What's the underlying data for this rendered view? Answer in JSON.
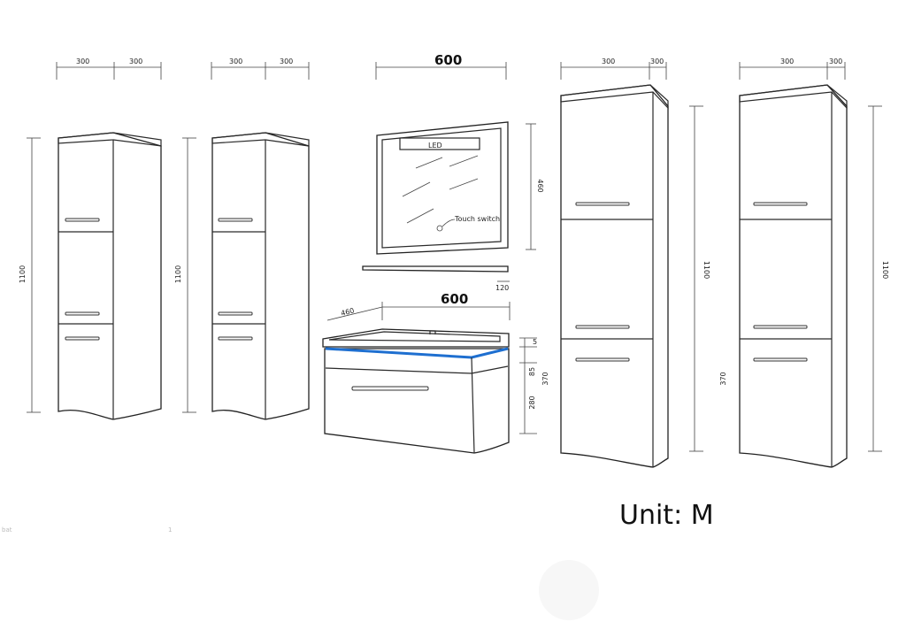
{
  "tall_left_1": {
    "width_a": "300",
    "width_b": "300",
    "height": "1100"
  },
  "tall_left_2": {
    "width_a": "300",
    "width_b": "300",
    "height": "1100"
  },
  "mirror": {
    "width": "600",
    "height": "460",
    "led_label": "LED",
    "switch_label": "Touch switch"
  },
  "shelf": {
    "depth": "120"
  },
  "basin": {
    "width": "600",
    "depth": "460",
    "dim_top": "5",
    "dim_led": "85",
    "dim_total": "370",
    "dim_drawer": "280"
  },
  "tall_right_1": {
    "width_a": "300",
    "width_b": "300",
    "height": "1100",
    "lower_height": "370"
  },
  "tall_right_2": {
    "width_a": "300",
    "width_b": "300",
    "height": "1100"
  },
  "unit_label": "Unit: M",
  "footer": {
    "left": "bat",
    "right": "1"
  }
}
